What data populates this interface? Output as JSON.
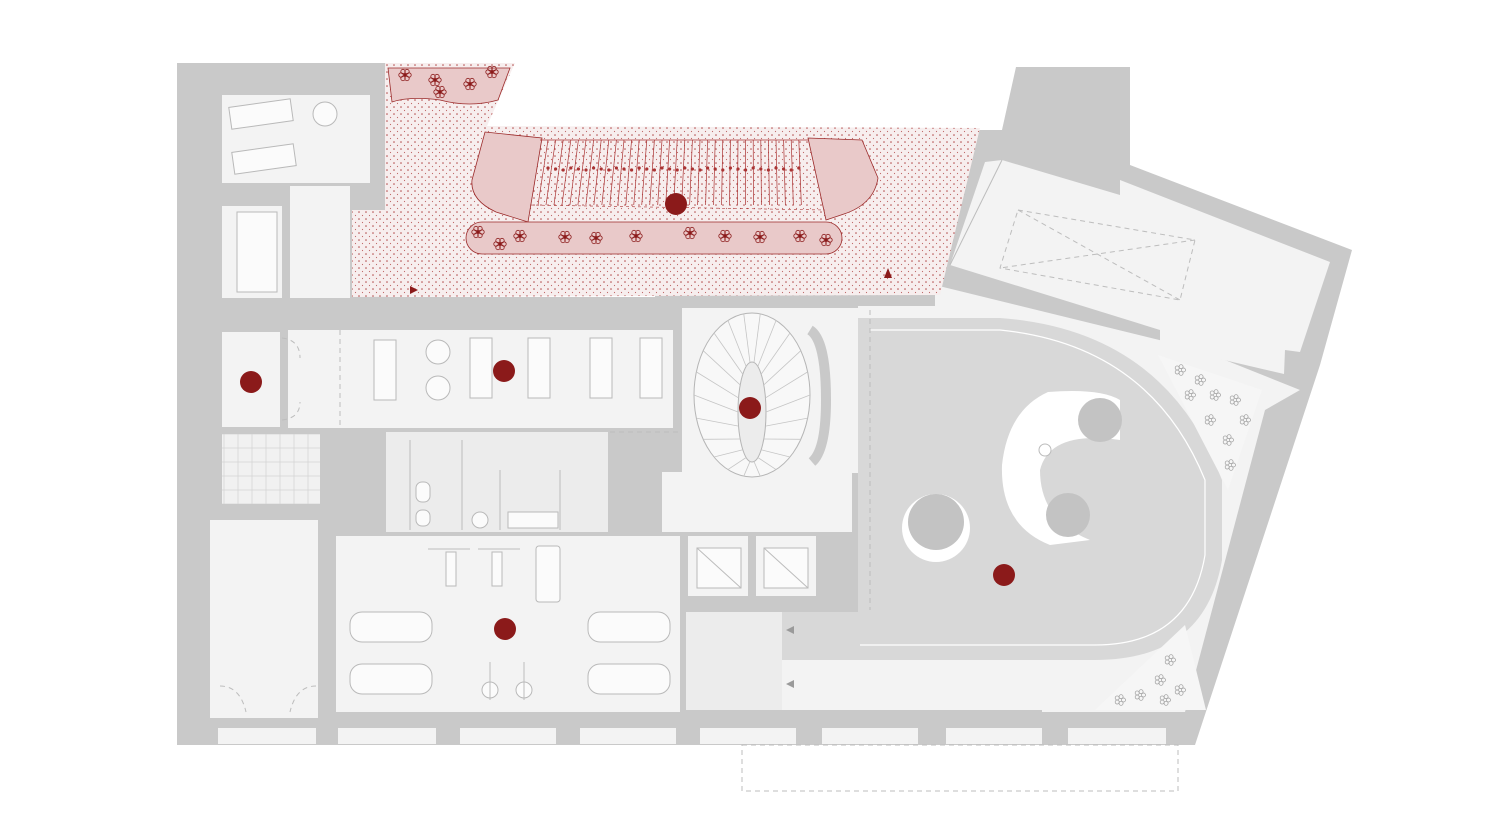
{
  "drawing": {
    "type": "architectural floor plan",
    "colors": {
      "wall": "#c9c9c9",
      "floor": "#f3f3f3",
      "accent": "#8b1a1a",
      "hatch": "#9b2a2a",
      "pool": "#d8d8d8",
      "background": "#ffffff"
    },
    "markers": [
      {
        "id": "terrace-marker"
      },
      {
        "id": "sauna-marker"
      },
      {
        "id": "lounge-marker"
      },
      {
        "id": "stair-marker"
      },
      {
        "id": "gym-marker"
      },
      {
        "id": "pool-marker"
      }
    ]
  }
}
